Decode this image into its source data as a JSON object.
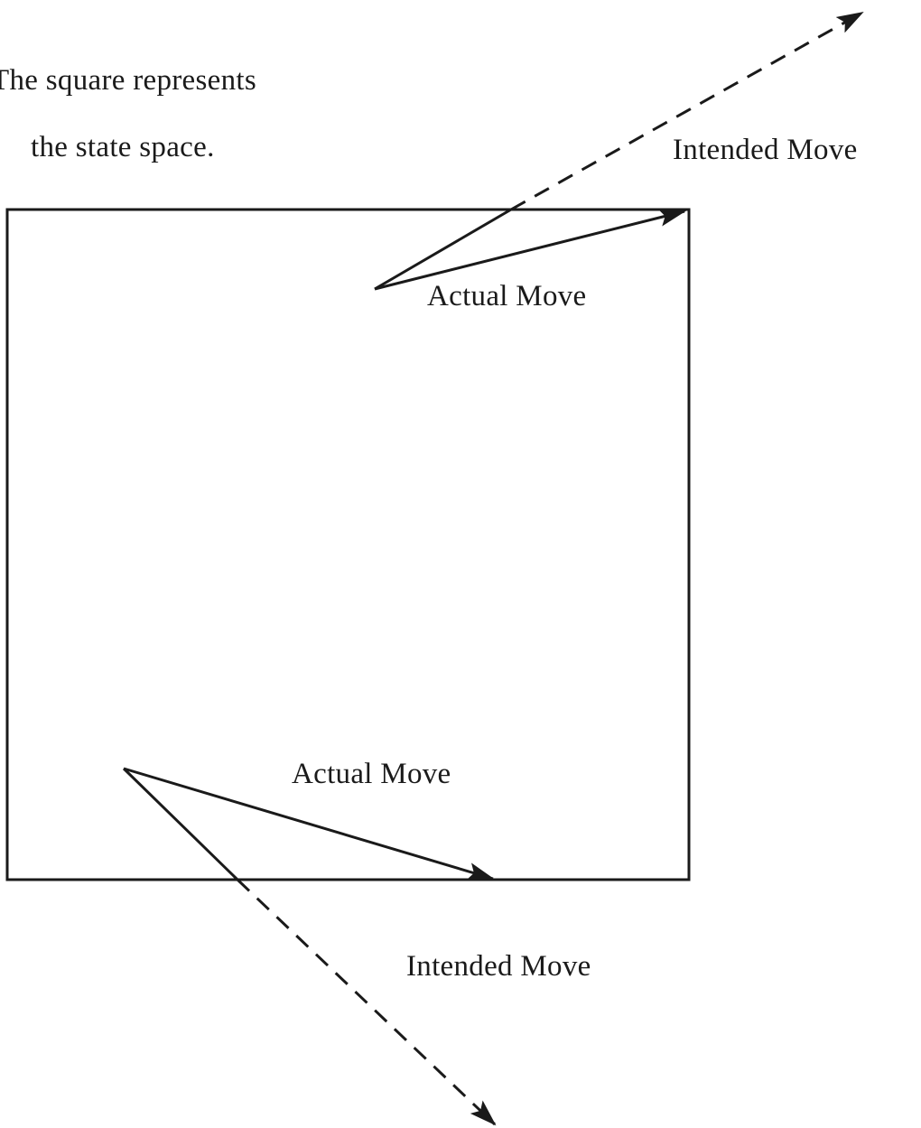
{
  "caption": {
    "line1": "The square represents",
    "line2": "the state space."
  },
  "labels": {
    "top_intended": "Intended Move",
    "top_actual": "Actual Move",
    "bottom_actual": "Actual Move",
    "bottom_intended": "Intended Move"
  },
  "colors": {
    "ink": "#1a1a1a",
    "background": "#ffffff"
  }
}
